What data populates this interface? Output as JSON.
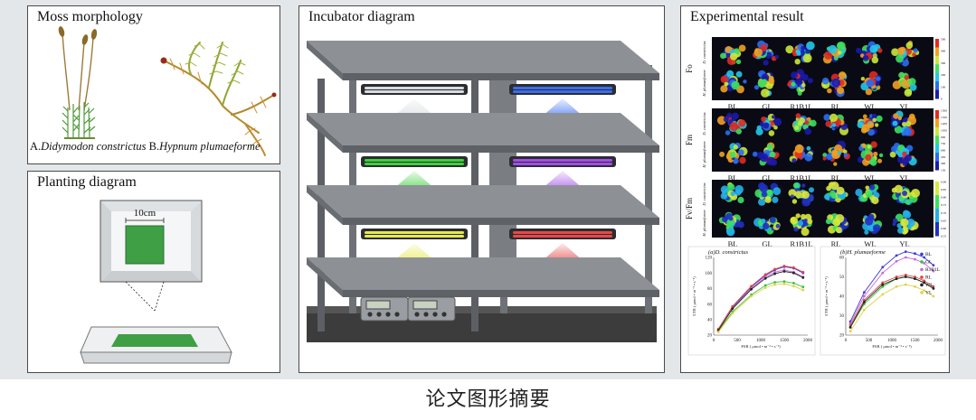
{
  "panels": {
    "moss": {
      "title": "Moss morphology",
      "label_a_prefix": "A.",
      "label_a_species": "Didymodon constrictus",
      "label_b_prefix": " B.",
      "label_b_species": "Hypnum plumaeforme"
    },
    "planting": {
      "title": "Planting diagram",
      "size_label": "10cm"
    },
    "incubator": {
      "title": "Incubator diagram"
    },
    "result": {
      "title": "Experimental result"
    }
  },
  "result": {
    "row_groups": [
      "Fo",
      "Fm",
      "Fv/Fm"
    ],
    "row_species": [
      "D. constrictus",
      "H. plumaeforme"
    ],
    "treatments": [
      "BL",
      "GL",
      "R1B1L",
      "RL",
      "WL",
      "YL"
    ],
    "colorbars": [
      [
        "500",
        "400",
        "300",
        "200",
        "100",
        "0"
      ],
      [
        "1500",
        "1350",
        "1200",
        "1050",
        "900",
        "750",
        "600",
        "450",
        "300",
        "150"
      ],
      [
        "0.90",
        "0.85",
        "0.80",
        "0.75",
        "0.70",
        "0.65",
        "0.60",
        "0.55"
      ]
    ]
  },
  "light_colors": {
    "white": "#d8dcde",
    "blue": "#3a6df0",
    "green": "#3ed13e",
    "purple": "#a24ee8",
    "yellow": "#e6e84a",
    "red": "#e84848"
  },
  "caption": "论文图形摘要",
  "chart_data": [
    {
      "type": "scatter",
      "title": "(a)D. constrictus",
      "xlabel": "PAR ( μmol • m⁻² • s⁻¹)",
      "ylabel": "ETR ( μmol • m⁻² • s⁻¹)",
      "xlim": [
        0,
        2000
      ],
      "ylim": [
        20,
        120
      ],
      "xticks": [
        0,
        500,
        1000,
        1500,
        2000
      ],
      "yticks": [
        20,
        40,
        60,
        80,
        100,
        120
      ],
      "x": [
        100,
        400,
        800,
        1100,
        1300,
        1500,
        1700,
        1900
      ],
      "series": [
        {
          "name": "BL",
          "color": "#3b3bd6",
          "values": [
            27,
            56,
            82,
            97,
            104,
            108,
            106,
            100
          ]
        },
        {
          "name": "GL",
          "color": "#38c238",
          "values": [
            25,
            50,
            72,
            84,
            88,
            89,
            87,
            82
          ]
        },
        {
          "name": "R1B1L",
          "color": "#c46bd8",
          "values": [
            27,
            55,
            80,
            95,
            101,
            104,
            101,
            95
          ]
        },
        {
          "name": "RL",
          "color": "#e04444",
          "values": [
            28,
            57,
            83,
            98,
            105,
            109,
            107,
            101
          ]
        },
        {
          "name": "WL",
          "color": "#222222",
          "values": [
            26,
            54,
            79,
            93,
            99,
            102,
            100,
            94
          ]
        },
        {
          "name": "YL",
          "color": "#e0d24a",
          "values": [
            24,
            48,
            70,
            81,
            85,
            86,
            83,
            78
          ]
        }
      ]
    },
    {
      "type": "scatter",
      "title": "(b)H. plumaeforme",
      "xlabel": "PAR ( μmol • m⁻² • s⁻¹)",
      "ylabel": "ETR ( μmol • m⁻² • s⁻¹)",
      "xlim": [
        0,
        2000
      ],
      "ylim": [
        20,
        60
      ],
      "xticks": [
        0,
        500,
        1000,
        1500,
        2000
      ],
      "yticks": [
        20,
        30,
        40,
        50,
        60
      ],
      "x": [
        100,
        400,
        800,
        1100,
        1300,
        1500,
        1700,
        1900
      ],
      "series": [
        {
          "name": "BL",
          "color": "#3b3bd6",
          "values": [
            27,
            42,
            55,
            61,
            63,
            62,
            60,
            56
          ]
        },
        {
          "name": "GL",
          "color": "#38c238",
          "values": [
            24,
            36,
            45,
            49,
            50,
            49,
            47,
            44
          ]
        },
        {
          "name": "R1B1L",
          "color": "#c46bd8",
          "values": [
            26,
            40,
            52,
            58,
            60,
            59,
            57,
            53
          ]
        },
        {
          "name": "RL",
          "color": "#e04444",
          "values": [
            25,
            38,
            47,
            50,
            51,
            50,
            48,
            45
          ]
        },
        {
          "name": "WL",
          "color": "#222222",
          "values": [
            24,
            37,
            46,
            49,
            50,
            49,
            47,
            44
          ]
        },
        {
          "name": "YL",
          "color": "#e0d24a",
          "values": [
            22,
            33,
            41,
            45,
            46,
            45,
            43,
            40
          ]
        }
      ],
      "legend": "top-right"
    }
  ]
}
